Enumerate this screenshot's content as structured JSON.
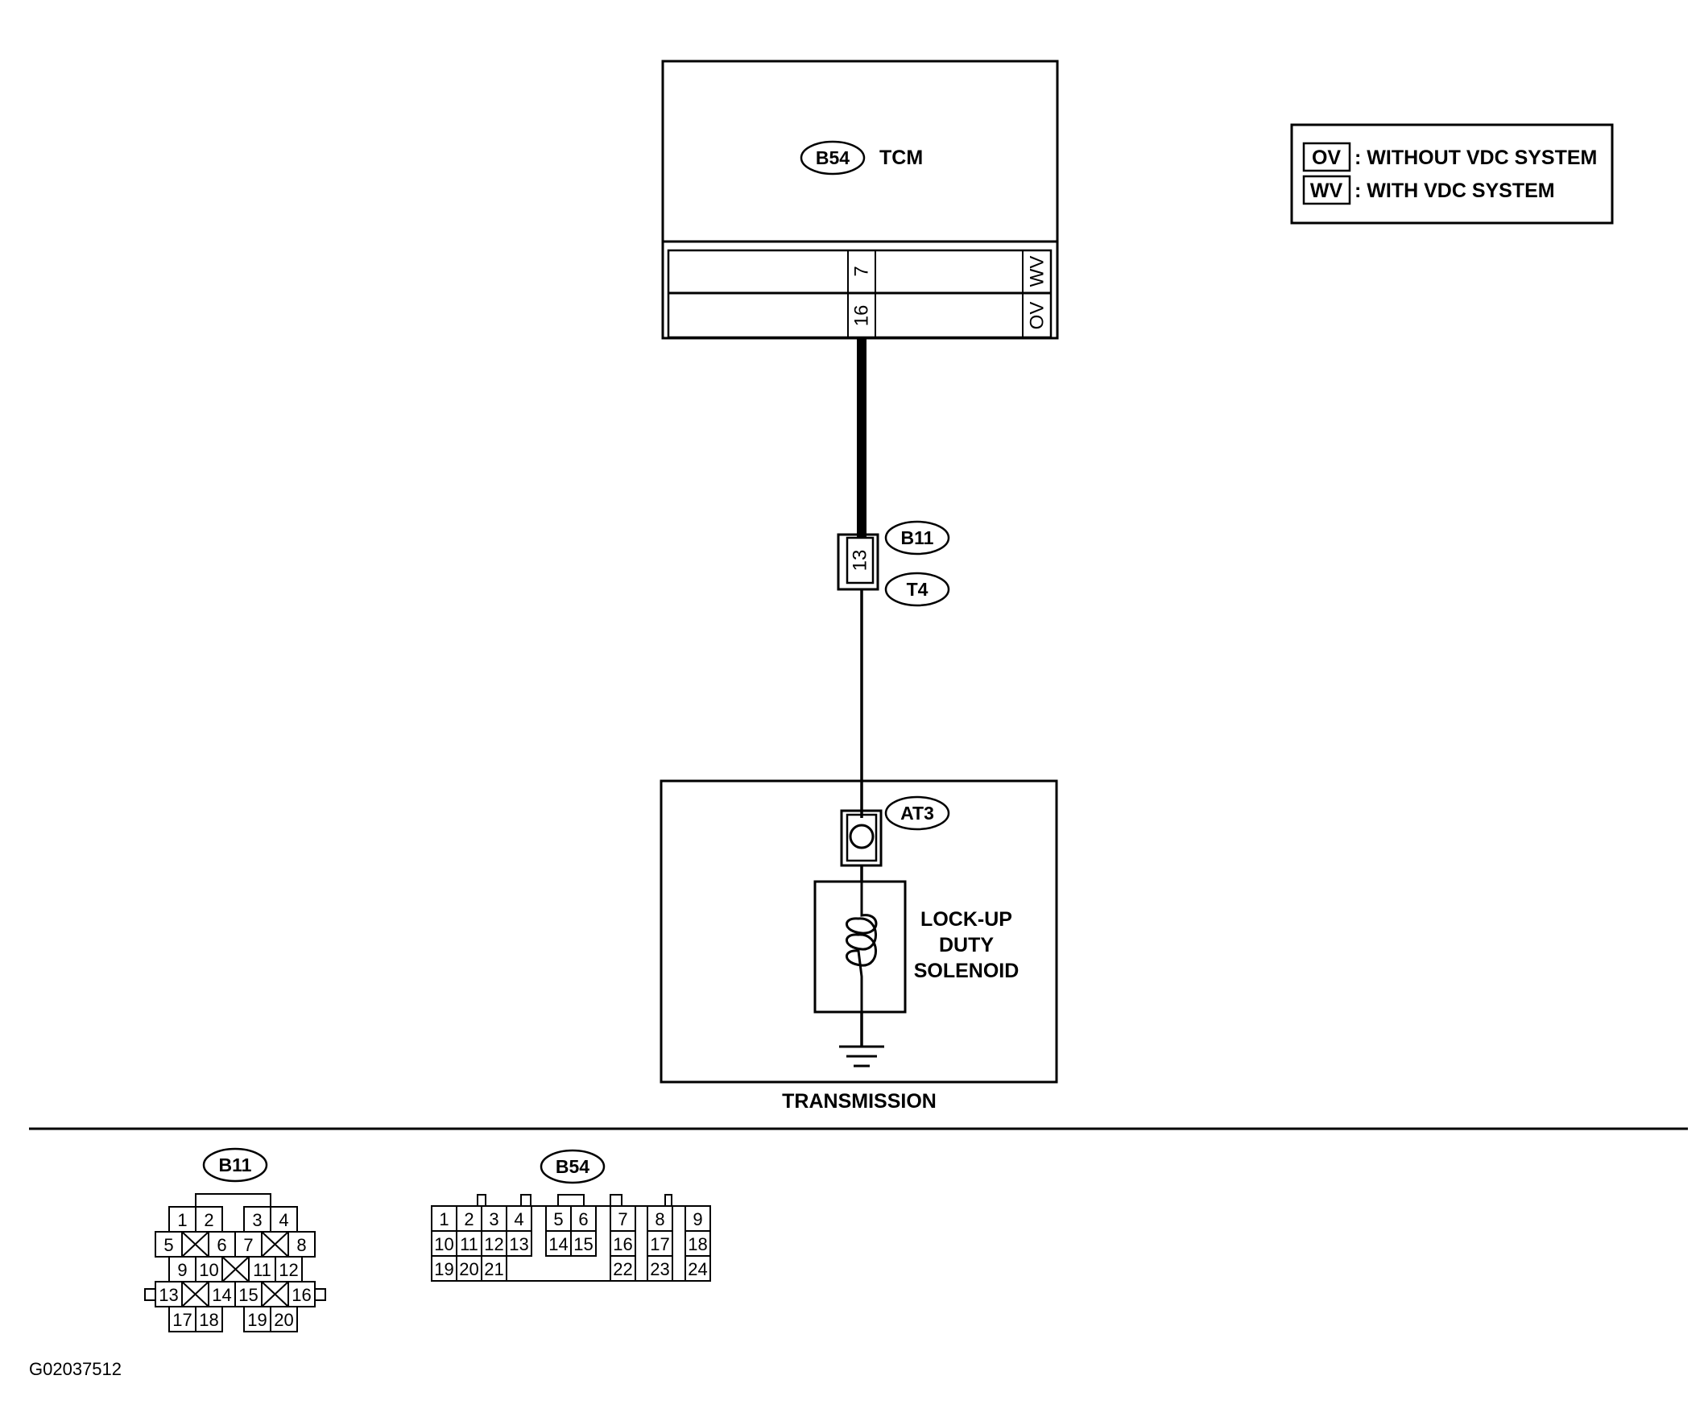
{
  "tcm": {
    "connector_id": "B54",
    "name": "TCM"
  },
  "tcm_terminals": [
    {
      "pin": "7",
      "tag": "WV"
    },
    {
      "pin": "16",
      "tag": "OV"
    }
  ],
  "legend": [
    {
      "code": "OV",
      "text": ": WITHOUT VDC SYSTEM"
    },
    {
      "code": "WV",
      "text": ": WITH VDC SYSTEM"
    }
  ],
  "joint_connector": {
    "pin": "13",
    "id_top": "B11",
    "id_bottom": "T4"
  },
  "transmission": {
    "label": "TRANSMISSION",
    "connector_id": "AT3",
    "solenoid": [
      "LOCK-UP",
      "DUTY",
      "SOLENOID"
    ]
  },
  "connector_views": {
    "b11": {
      "id": "B11",
      "rows": [
        [
          "1",
          "2",
          "3",
          "4"
        ],
        [
          "5",
          "6",
          "7",
          "8"
        ],
        [
          "9",
          "10",
          "11",
          "12"
        ],
        [
          "13",
          "14",
          "15",
          "16"
        ],
        [
          "17",
          "18",
          "19",
          "20"
        ]
      ]
    },
    "b54": {
      "id": "B54",
      "rows": [
        [
          "1",
          "2",
          "3",
          "4",
          "5",
          "6",
          "7",
          "8",
          "9"
        ],
        [
          "10",
          "11",
          "12",
          "13",
          "14",
          "15",
          "16",
          "17",
          "18"
        ],
        [
          "19",
          "20",
          "21",
          "22",
          "23",
          "24"
        ]
      ]
    }
  },
  "figure_id": "G02037512"
}
